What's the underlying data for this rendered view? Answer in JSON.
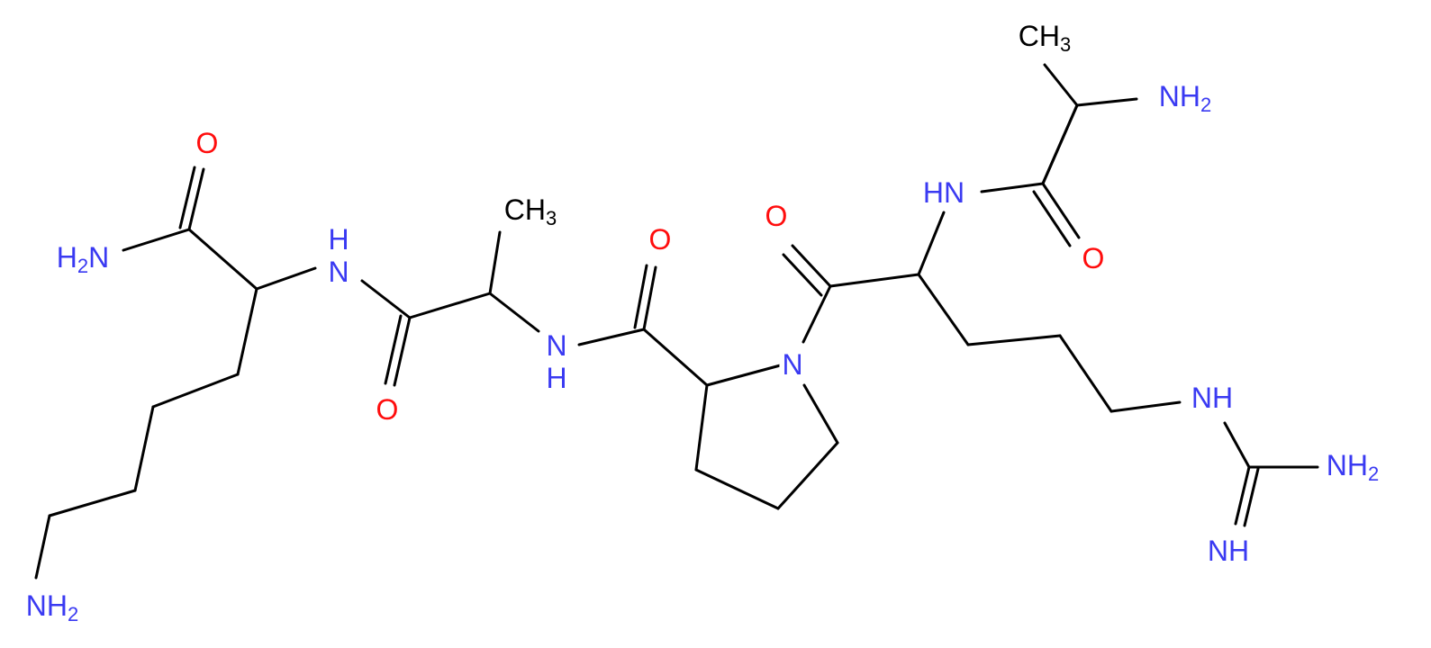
{
  "colors": {
    "background": "#ffffff",
    "bond": "#000000",
    "nitrogen": "#3a3af2",
    "oxygen": "#ff0d0d",
    "carbon": "#000000"
  },
  "labels": {
    "ch3_top": {
      "text": "CH",
      "sub": "3",
      "element": "C"
    },
    "nh2_ala_top": {
      "text": "NH",
      "sub": "2",
      "element": "N"
    },
    "nh_amide_arg": {
      "text": "HN",
      "sub": "",
      "element": "N"
    },
    "o_ala_top": {
      "text": "O",
      "sub": "",
      "element": "O"
    },
    "o_arg_carbonyl": {
      "text": "O",
      "sub": "",
      "element": "O"
    },
    "n_proline": {
      "text": "N",
      "sub": "",
      "element": "N"
    },
    "nh_guan": {
      "text": "NH",
      "sub": "",
      "element": "N"
    },
    "nh2_guan": {
      "text": "NH",
      "sub": "2",
      "element": "N"
    },
    "nh_guan_imine": {
      "text": "NH",
      "sub": "",
      "element": "N"
    },
    "o_pro_carbonyl": {
      "text": "O",
      "sub": "",
      "element": "O"
    },
    "nh_pro_ala": {
      "text": "NH",
      "sub": "",
      "element": "N",
      "stacked": true
    },
    "ch3_ala_mid": {
      "text": "CH",
      "sub": "3",
      "element": "C"
    },
    "o_ala_mid": {
      "text": "O",
      "sub": "",
      "element": "O"
    },
    "nh_ala_lys": {
      "text": "HN",
      "sub": "",
      "element": "N",
      "stacked": true
    },
    "o_lys_amide": {
      "text": "O",
      "sub": "",
      "element": "O"
    },
    "h2n_lys_amide": {
      "text": "H",
      "sub": "2",
      "tail": "N",
      "element": "N"
    },
    "nh2_lys_side": {
      "text": "NH",
      "sub": "2",
      "element": "N"
    }
  }
}
